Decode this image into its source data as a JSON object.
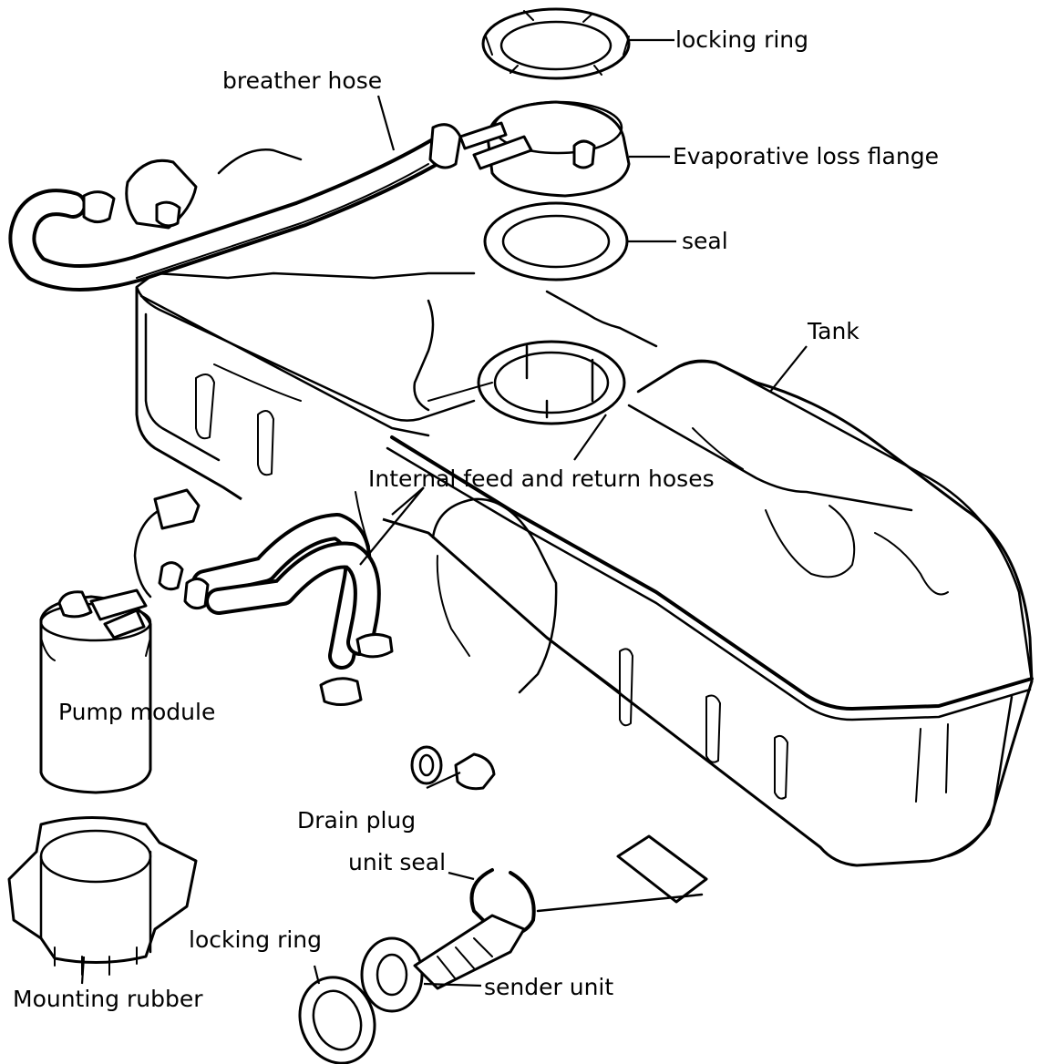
{
  "labels": {
    "locking_ring_top": "locking ring",
    "breather_hose": "breather hose",
    "evap_flange": "Evaporative loss flange",
    "seal": "seal",
    "tank": "Tank",
    "internal_hoses": "Internal feed and return hoses",
    "pump_module": "Pump module",
    "drain_plug": "Drain plug",
    "unit_seal": "unit seal",
    "locking_ring_bottom": "locking ring",
    "mounting_rubber": "Mounting rubber",
    "sender_unit": "sender unit"
  },
  "colors": {
    "ink": "#000000",
    "paper": "#ffffff"
  }
}
